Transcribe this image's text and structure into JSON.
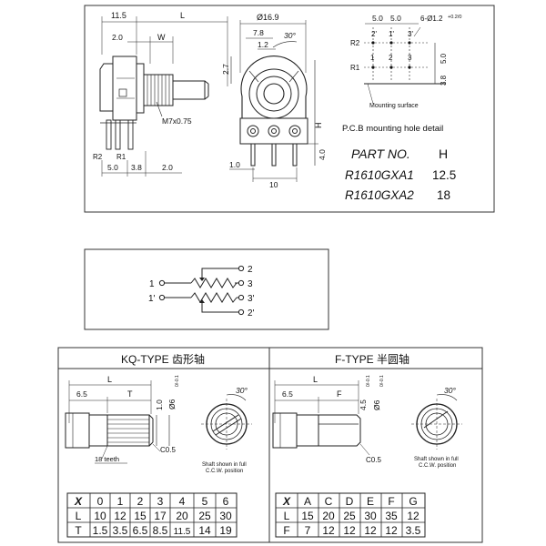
{
  "top": {
    "side_view": {
      "dim_11_5": "11.5",
      "dim_L": "L",
      "dim_2_0_top": "2.0",
      "dim_W": "W",
      "thread": "M7x0.75",
      "pin_R2": "R2",
      "pin_R1": "R1",
      "dim_5_0": "5.0",
      "dim_3_8": "3.8",
      "dim_2_0_bottom": "2.0"
    },
    "front_view": {
      "dia": "Ø16.9",
      "dim_7_8": "7.8",
      "dim_1_2": "1.2",
      "angle": "30°",
      "dim_2_7": "2.7",
      "dim_1_0": "1.0",
      "dim_10": "10",
      "dim_4_0": "4.0",
      "dim_H": "H"
    },
    "pcb": {
      "dim_5_0_a": "5.0",
      "dim_5_0_b": "5.0",
      "holes": "6-Ø1.2",
      "holes_tol": "+0.2/0",
      "row_R2": "R2",
      "row_R1": "R1",
      "p2p": "2'",
      "p1p": "1'",
      "p3p": "3'",
      "p1": "1",
      "p2": "2",
      "p3": "3",
      "dim_5_0_v": "5.0",
      "dim_3_8_v": "3.8",
      "mounting_surface": "Mounting surface",
      "caption": "P.C.B mounting hole detail"
    },
    "part_table": {
      "header_part": "PART NO.",
      "header_H": "H",
      "rows": [
        {
          "part": "R1610GXA1",
          "h": "12.5"
        },
        {
          "part": "R1610GXA2",
          "h": "18"
        }
      ]
    }
  },
  "schematic": {
    "t2": "2",
    "t1": "1",
    "t3": "3",
    "t1p": "1'",
    "t3p": "3'",
    "t2p": "2'"
  },
  "bottom": {
    "kq": {
      "title": "KQ-TYPE 齿形轴",
      "dim_L": "L",
      "dim_6_5": "6.5",
      "dim_T": "T",
      "dim_1_0": "1.0",
      "dia": "Ø6",
      "dia_tol": "0/-0.1",
      "teeth": "18 teeth",
      "chamfer": "C0.5",
      "angle": "30°",
      "shaft_note_1": "Shaft shown in full",
      "shaft_note_2": "C.C.W. position",
      "table": {
        "header": [
          "X",
          "0",
          "1",
          "2",
          "3",
          "4",
          "5",
          "6"
        ],
        "rows": [
          [
            "L",
            "10",
            "12",
            "15",
            "17",
            "20",
            "25",
            "30"
          ],
          [
            "T",
            "1.5",
            "3.5",
            "6.5",
            "8.5",
            "11.5",
            "14",
            "19"
          ]
        ]
      }
    },
    "f": {
      "title": "F-TYPE 半圆轴",
      "dim_L": "L",
      "dim_6_5": "6.5",
      "dim_F": "F",
      "dim_4_5": "4.5",
      "dim_4_5_tol": "0/-0.1",
      "dia": "Ø6",
      "dia_tol": "0/-0.1",
      "chamfer": "C0.5",
      "angle": "30°",
      "shaft_note_1": "Shaft shown in full",
      "shaft_note_2": "C.C.W. position",
      "table": {
        "header": [
          "X",
          "A",
          "C",
          "D",
          "E",
          "F",
          "G"
        ],
        "rows": [
          [
            "L",
            "15",
            "20",
            "25",
            "30",
            "35",
            "12"
          ],
          [
            "F",
            "7",
            "12",
            "12",
            "12",
            "12",
            "3.5"
          ]
        ]
      }
    }
  }
}
